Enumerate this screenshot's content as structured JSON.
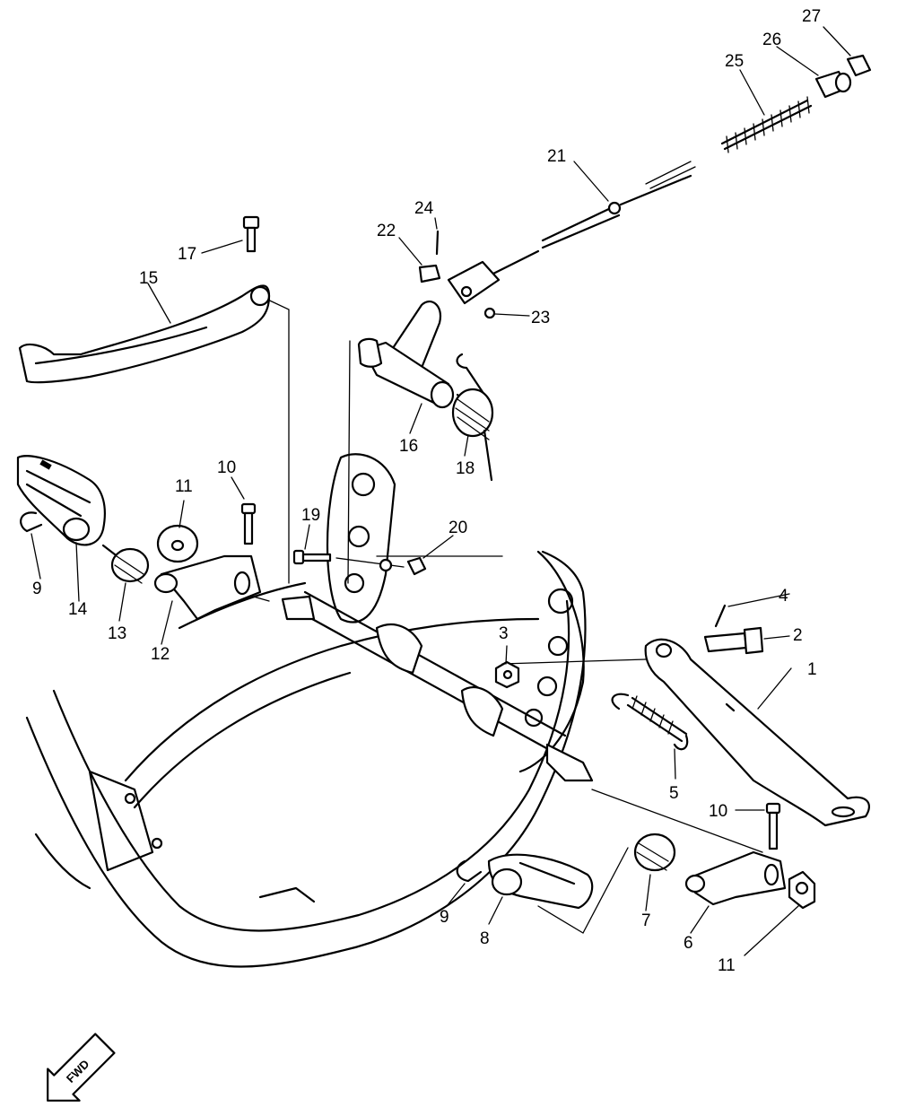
{
  "fwd_label": "FWD",
  "callouts": [
    "1",
    "2",
    "3",
    "4",
    "5",
    "6",
    "7",
    "8",
    "9",
    "10",
    "11",
    "12",
    "13",
    "14",
    "15",
    "16",
    "17",
    "18",
    "19",
    "20",
    "21",
    "22",
    "23",
    "24",
    "25",
    "26",
    "27",
    "10",
    "11",
    "9"
  ],
  "colors": {
    "ink": "#000000",
    "paper": "#ffffff"
  }
}
